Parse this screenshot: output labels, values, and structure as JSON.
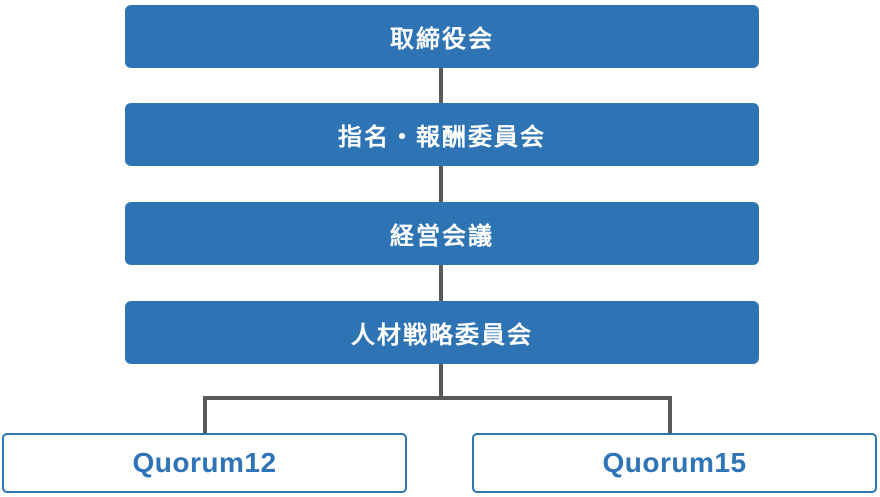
{
  "diagram": {
    "type": "org-chart",
    "nodes": [
      {
        "id": "board-of-directors",
        "label": "取締役会",
        "style": "primary"
      },
      {
        "id": "nomination-compensation-committee",
        "label": "指名・報酬委員会",
        "style": "primary"
      },
      {
        "id": "management-meeting",
        "label": "経営会議",
        "style": "primary"
      },
      {
        "id": "hr-strategy-committee",
        "label": "人材戦略委員会",
        "style": "primary"
      },
      {
        "id": "quorum12",
        "label": "Quorum12",
        "style": "outline"
      },
      {
        "id": "quorum15",
        "label": "Quorum15",
        "style": "outline"
      }
    ],
    "edges": [
      {
        "from": "board-of-directors",
        "to": "nomination-compensation-committee"
      },
      {
        "from": "nomination-compensation-committee",
        "to": "management-meeting"
      },
      {
        "from": "management-meeting",
        "to": "hr-strategy-committee"
      },
      {
        "from": "hr-strategy-committee",
        "to": "quorum12"
      },
      {
        "from": "hr-strategy-committee",
        "to": "quorum15"
      }
    ]
  },
  "colors": {
    "node_fill": "#2E74B5",
    "node_text": "#FFFFFF",
    "outline_node_border": "#2E75B6",
    "outline_node_text": "#2E74B6",
    "connector": "#595959",
    "background": "#FFFFFF"
  }
}
